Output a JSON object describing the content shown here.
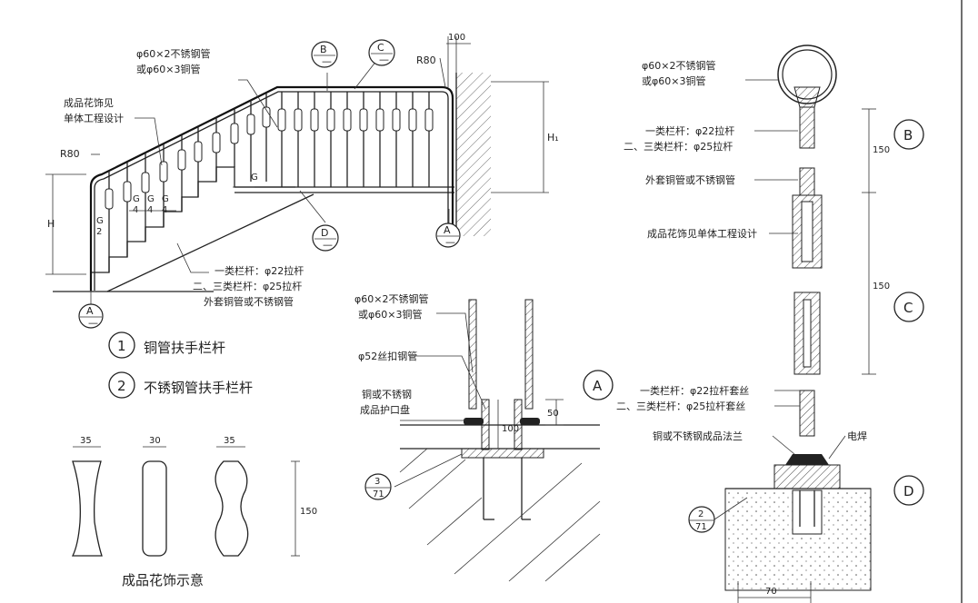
{
  "left": {
    "pipe_line1": "φ60×2不锈钢管",
    "pipe_line2": "或φ60×3铜管",
    "deco_line1": "成品花饰见",
    "deco_line2": "单体工程设计",
    "r80_left": "R80",
    "r80_top": "R80",
    "dim_100": "100",
    "h": "H",
    "h1": "H₁",
    "g": "G",
    "g2_top": "G",
    "g2_bot": "2",
    "g4_top": "G",
    "g4_bot": "4",
    "rod1": "一类栏杆：φ22拉杆",
    "rod2": "二、三类栏杆：φ25拉杆",
    "rod3": "外套铜管或不锈钢管",
    "cb": "B",
    "cc": "C",
    "cd": "D",
    "ca": "A",
    "cdash": "—"
  },
  "legend": {
    "n1": "1",
    "t1": "铜管扶手栏杆",
    "n2": "2",
    "t2": "不锈钢管扶手栏杆"
  },
  "ornament": {
    "w1": "35",
    "w2": "30",
    "w3": "35",
    "h": "150",
    "caption": "成品花饰示意"
  },
  "detailA": {
    "pipe1": "φ60×2不锈钢管",
    "pipe2": "或φ60×3铜管",
    "sleeve": "φ52丝扣钢管",
    "plate1": "铜或不锈钢",
    "plate2": "成品护口盘",
    "d100": "100",
    "d50": "50",
    "ref_top": "3",
    "ref_bot": "71",
    "label": "A"
  },
  "right": {
    "pipe1": "φ60×2不锈钢管",
    "pipe2": "或φ60×3铜管",
    "rod1": "一类栏杆：φ22拉杆",
    "rod2": "二、三类栏杆：φ25拉杆",
    "sleeve": "外套铜管或不锈钢管",
    "deco": "成品花饰见单体工程设计",
    "thread1": "一类栏杆：φ22拉杆套丝",
    "thread2": "二、三类栏杆：φ25拉杆套丝",
    "flange": "铜或不锈钢成品法兰",
    "weld": "电焊",
    "d150a": "150",
    "d150b": "150",
    "d70": "70",
    "ref_top": "2",
    "ref_bot": "71",
    "lb": "B",
    "lc": "C",
    "ld": "D"
  }
}
